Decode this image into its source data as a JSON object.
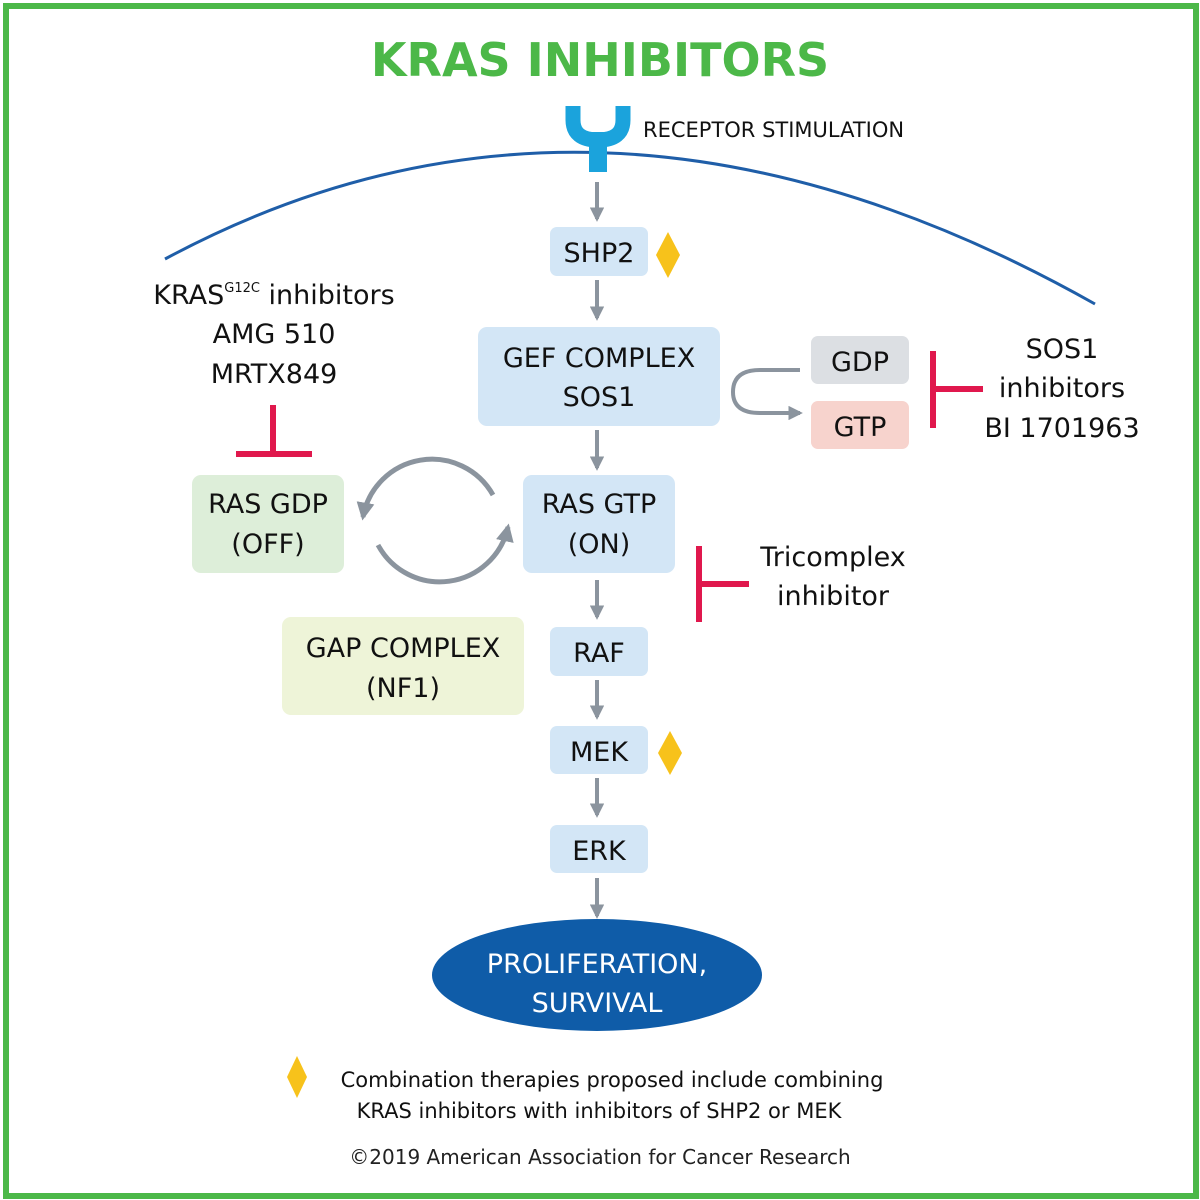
{
  "title": "KRAS INHIBITORS",
  "receptor_label": "RECEPTOR STIMULATION",
  "nodes": {
    "shp2": "SHP2",
    "gef": [
      "GEF COMPLEX",
      "SOS1"
    ],
    "gdp": "GDP",
    "gtp": "GTP",
    "ras_gdp": [
      "RAS GDP",
      "(OFF)"
    ],
    "ras_gtp": [
      "RAS GTP",
      "(ON)"
    ],
    "gap": [
      "GAP COMPLEX",
      "(NF1)"
    ],
    "raf": "RAF",
    "mek": "MEK",
    "erk": "ERK",
    "outcome": [
      "PROLIFERATION,",
      "SURVIVAL"
    ]
  },
  "inhibitors": {
    "kras_g12c": {
      "name": "KRAS",
      "superscript": "G12C",
      "suffix": " inhibitors",
      "drugs": [
        "AMG 510",
        "MRTX849"
      ]
    },
    "sos1": [
      "SOS1",
      "inhibitors",
      "BI 1701963"
    ],
    "tricomplex": [
      "Tricomplex",
      "inhibitor"
    ]
  },
  "footnote": [
    "Combination therapies proposed include combining",
    "KRAS inhibitors with inhibitors of SHP2 or MEK"
  ],
  "copyright": "©2019 American Association for Cancer Research",
  "colors": {
    "title_green": "#4cb848",
    "membrane_blue": "#1f5ea8",
    "receptor_blue": "#1ba3dc",
    "node_blue": "#d3e6f6",
    "gdp_gray": "#dcdfe3",
    "gtp_pink": "#f7d3cd",
    "off_green": "#ddeed9",
    "gap_yellowgreen": "#eef4d8",
    "arrow_gray": "#8b949e",
    "inhibit_red": "#e0184d",
    "diamond_yellow": "#f7c21b",
    "outcome_navy": "#0f5ca8"
  }
}
